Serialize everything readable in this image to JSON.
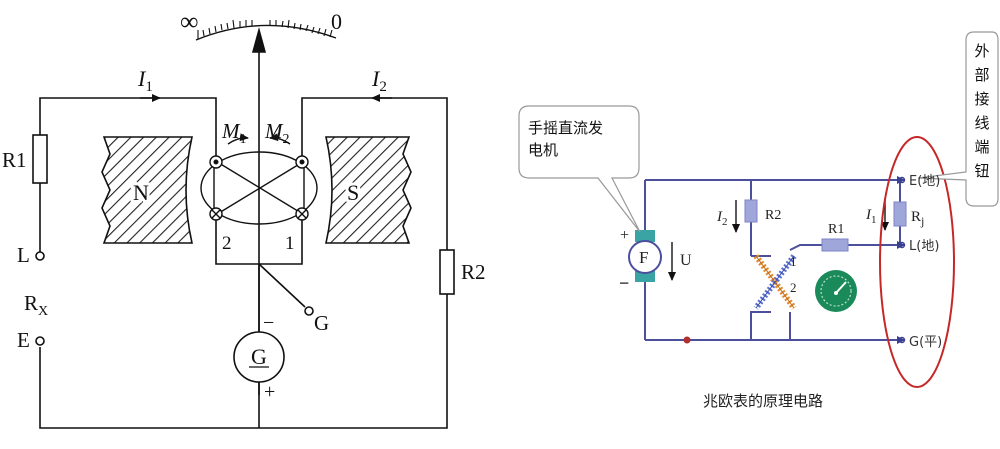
{
  "left_diagram": {
    "scale_infinity": "∞",
    "scale_zero": "0",
    "current_1": "I",
    "current_1_sub": "1",
    "current_2": "I",
    "current_2_sub": "2",
    "resistor_1": "R1",
    "resistor_2": "R2",
    "pole_north": "N",
    "pole_south": "S",
    "coil_1": "M",
    "coil_1_sub": "1",
    "coil_2": "M",
    "coil_2_sub": "2",
    "coil_num_2": "2",
    "coil_num_1": "1",
    "terminal_l": "L",
    "terminal_rx": "R",
    "terminal_rx_sub": "X",
    "terminal_e": "E",
    "terminal_g": "G",
    "generator": "G",
    "minus_sign": "−",
    "plus_sign": "+"
  },
  "right_diagram": {
    "callout_generator": [
      "手摇直流发",
      "电机"
    ],
    "callout_terminals": [
      "外",
      "部",
      "接",
      "线",
      "端",
      "钮"
    ],
    "generator_label": "F",
    "voltage_label": "U",
    "gen_plus": "+",
    "gen_minus": "−",
    "current_2": "I",
    "current_2_sub": "2",
    "r2_label": "R2",
    "r1_label": "R1",
    "current_1": "I",
    "current_1_sub": "1",
    "rj_label": "R",
    "rj_sub": "j",
    "coil_1": "1",
    "coil_2": "2",
    "terminal_e": "E(地)",
    "terminal_l": "L(地)",
    "terminal_g": "G(平)",
    "caption": "兆欧表的原理电路"
  }
}
